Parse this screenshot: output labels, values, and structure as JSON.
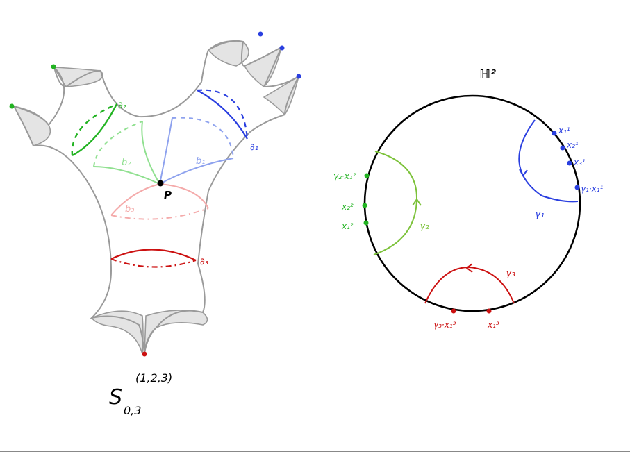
{
  "colors": {
    "surface_outline": "#9a9a9a",
    "cusp_fill": "#e4e4e4",
    "green": "#22b322",
    "light_green": "#90e090",
    "blue": "#2a3fe0",
    "light_blue": "#8ea2ee",
    "red": "#cc1111",
    "pink": "#f4aaaa",
    "yellow_green": "#7cc23a",
    "black": "#000000"
  },
  "surface": {
    "label_S": "S",
    "label_sub": "0,3",
    "label_sup": "(1,2,3)",
    "point_label": "P",
    "boundary_labels": {
      "d1": "∂₁",
      "d2": "∂₂",
      "d3": "∂₃"
    },
    "curve_labels": {
      "b1": "b₁",
      "b2": "b₂",
      "b3": "b₃"
    }
  },
  "disk": {
    "title": "ℍ²",
    "gamma_labels": {
      "g1": "γ₁",
      "g2": "γ₂",
      "g3": "γ₃"
    },
    "blue_points": [
      "x₁¹",
      "x₂¹",
      "x₃¹",
      "γ₁·x₁¹"
    ],
    "green_points": [
      "γ₂·x₁²",
      "x₂²",
      "x₁²"
    ],
    "red_points": [
      "γ₃·x₁³",
      "x₁³"
    ]
  }
}
